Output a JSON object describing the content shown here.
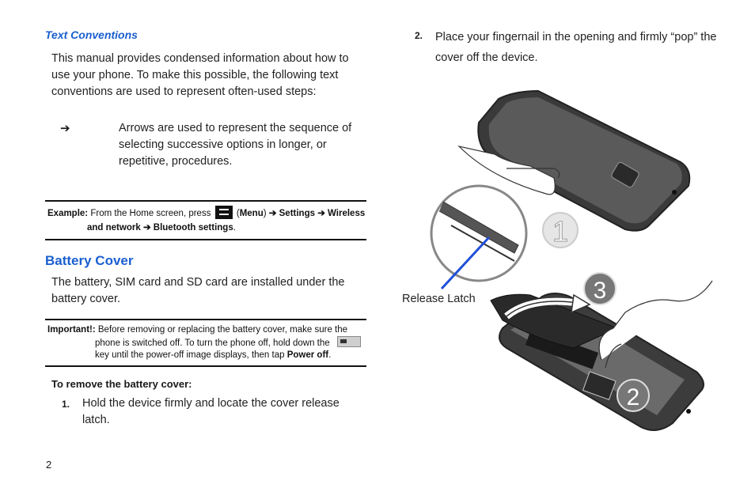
{
  "left": {
    "text_conventions_heading": "Text Conventions",
    "intro_text": "This manual provides condensed information about how to use your phone. To make this possible, the following text conventions are used to represent often-used steps:",
    "arrow_symbol": "➔",
    "arrow_desc": "Arrows are used to represent the sequence of selecting successive options in longer, or repetitive, procedures.",
    "example_label": "Example:",
    "example_text_1": "From the Home screen, press",
    "example_paren_open": "(",
    "example_menu": "Menu",
    "example_paren_close": ")",
    "example_arrow": "➔",
    "example_settings": "Settings",
    "example_wireless": "Wireless",
    "example_network": "and network",
    "example_bluetooth": "Bluetooth settings",
    "example_period": ".",
    "battery_heading": "Battery Cover",
    "battery_text": "The battery, SIM card and SD card are installed under the battery cover.",
    "important_label": "Important!:",
    "important_line1": "Before removing or replacing the battery cover, make sure the",
    "important_line2": "phone is switched off. To turn the phone off, hold down the",
    "important_line3": "key until the power-off image displays, then tap",
    "important_poweroff": "Power off",
    "important_period": ".",
    "remove_heading": "To remove the battery cover:",
    "step1_num": "1.",
    "step1_text": "Hold the device firmly and locate the cover release latch.",
    "page_number": "2"
  },
  "right": {
    "step2_num": "2.",
    "step2_text_line1": "Place your fingernail in the opening and firmly “pop” the",
    "step2_text_line2": "cover off the device.",
    "release_latch_label": "Release Latch",
    "callouts": [
      "1",
      "2",
      "3"
    ]
  },
  "colors": {
    "heading_blue": "#1a5fd0",
    "latch_line": "#1f4fd8"
  }
}
